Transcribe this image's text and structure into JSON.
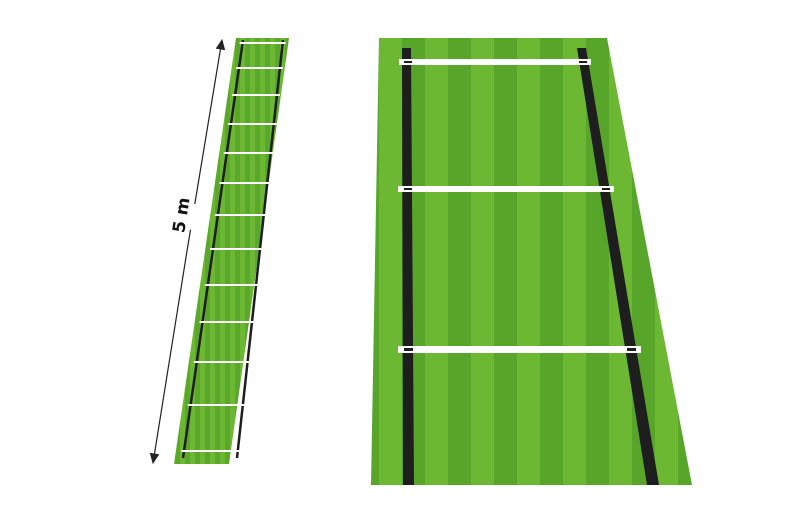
{
  "diagram": {
    "length_label": "5 m",
    "colors": {
      "grass_light": "#6cb833",
      "grass_dark": "#57a62a",
      "rail": "#1e1e1e",
      "rung": "#ffffff",
      "arrow": "#222222"
    },
    "small_ladder": {
      "rung_count": 13
    },
    "closeup_ladder": {
      "rung_count": 3
    }
  }
}
